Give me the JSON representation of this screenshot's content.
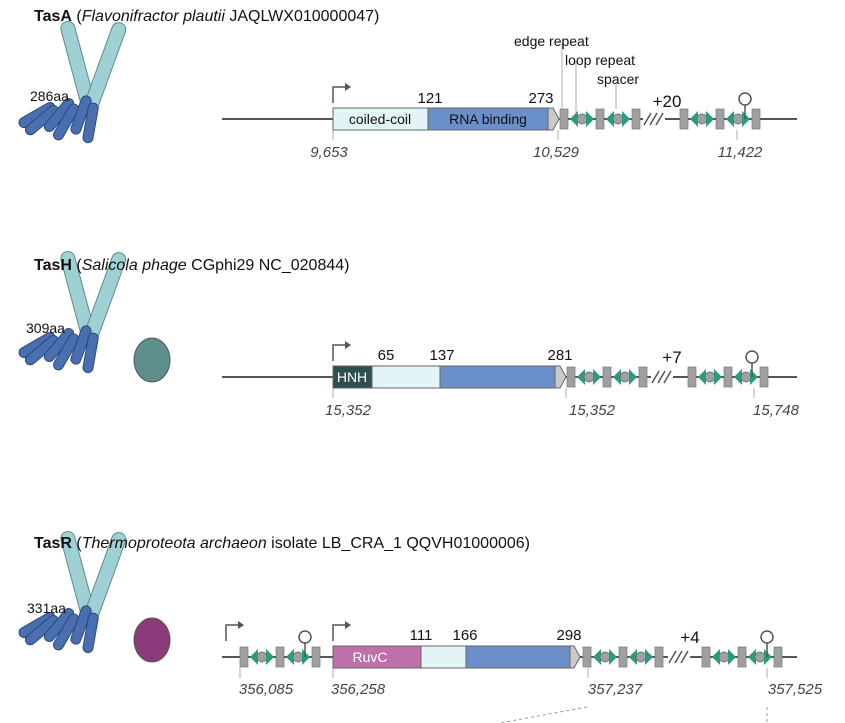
{
  "colors": {
    "line": "#555555",
    "light": "#e3f4f6",
    "blue": "#6b8fc9",
    "gray": "#c9c9c9",
    "teal": "#2a9a80",
    "hnh": "#2f4f4f",
    "ruvc": "#c070a8",
    "repeat": "#a0a0a0"
  },
  "rows": [
    {
      "name": "TasA",
      "organism": "Flavonifractor plautii",
      "accession": "JAQLWX010000047",
      "length": "286aa",
      "domains": [
        "coiled-coil",
        "RNA binding"
      ],
      "positions": [
        "121",
        "273"
      ],
      "extra_repeats": "+20",
      "coords": [
        "9,653",
        "10,529",
        "11,422"
      ],
      "legend": [
        "edge repeat",
        "loop repeat",
        "spacer"
      ]
    },
    {
      "name": "TasH",
      "organism": "Salicola phage",
      "accession": "CGphi29 NC_020844",
      "length": "309aa",
      "domains": [
        "HNH"
      ],
      "positions": [
        "65",
        "137",
        "281"
      ],
      "extra_repeats": "+7",
      "coords": [
        "15,352",
        "15,352",
        "15,748"
      ]
    },
    {
      "name": "TasR",
      "organism": "Thermoproteota archaeon",
      "accession": "isolate LB_CRA_1 QQVH01000006",
      "length": "331aa",
      "domains": [
        "RuvC"
      ],
      "positions": [
        "111",
        "166",
        "298"
      ],
      "extra_repeats": "+4",
      "coords": [
        "356,085",
        "356,258",
        "357,237",
        "357,525"
      ]
    }
  ]
}
